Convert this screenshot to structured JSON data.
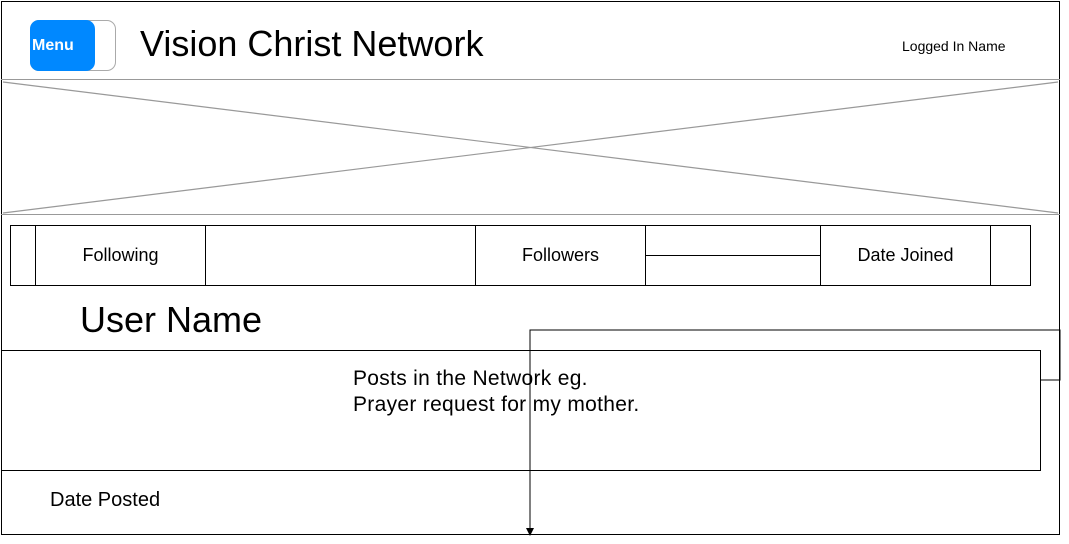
{
  "header": {
    "menu_label": "Menu",
    "title": "Vision Christ Network",
    "logged_in_name": "Logged In Name"
  },
  "stats": {
    "following_label": "Following",
    "followers_label": "Followers",
    "date_joined_label": "Date Joined"
  },
  "profile": {
    "user_name": "User Name"
  },
  "post": {
    "line1": "Posts in the Network eg.",
    "line2": "Prayer request for my mother.",
    "date_posted_label": "Date Posted"
  },
  "colors": {
    "menu_accent": "#0088ff",
    "divider": "#999999"
  }
}
